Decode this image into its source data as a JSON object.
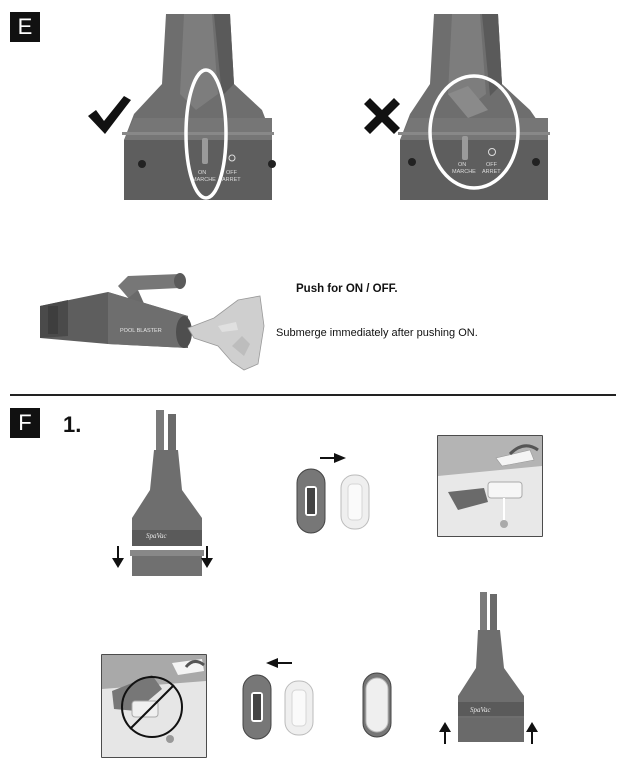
{
  "section_e": {
    "badge": "E",
    "correct_icon": "check-mark-icon",
    "wrong_icon": "x-mark-icon",
    "switch_labels": {
      "on": "ON",
      "on_fr": "MARCHE",
      "off": "OFF",
      "off_fr": "ARRET"
    },
    "device_brand": "POOL BLASTER",
    "instruction_bold": "Push for ON / OFF.",
    "instruction": "Submerge immediately after pushing ON."
  },
  "section_f": {
    "badge": "F",
    "step": "1.",
    "brand": "SpaVac",
    "icons": [
      "arrow-down-icon",
      "arrow-right-icon",
      "arrow-left-icon",
      "arrow-up-icon",
      "prohibited-icon"
    ]
  },
  "colors": {
    "device_gray": "#6e6e6e",
    "device_dark": "#555555",
    "filter_white": "#efefef",
    "ink": "#111111"
  }
}
